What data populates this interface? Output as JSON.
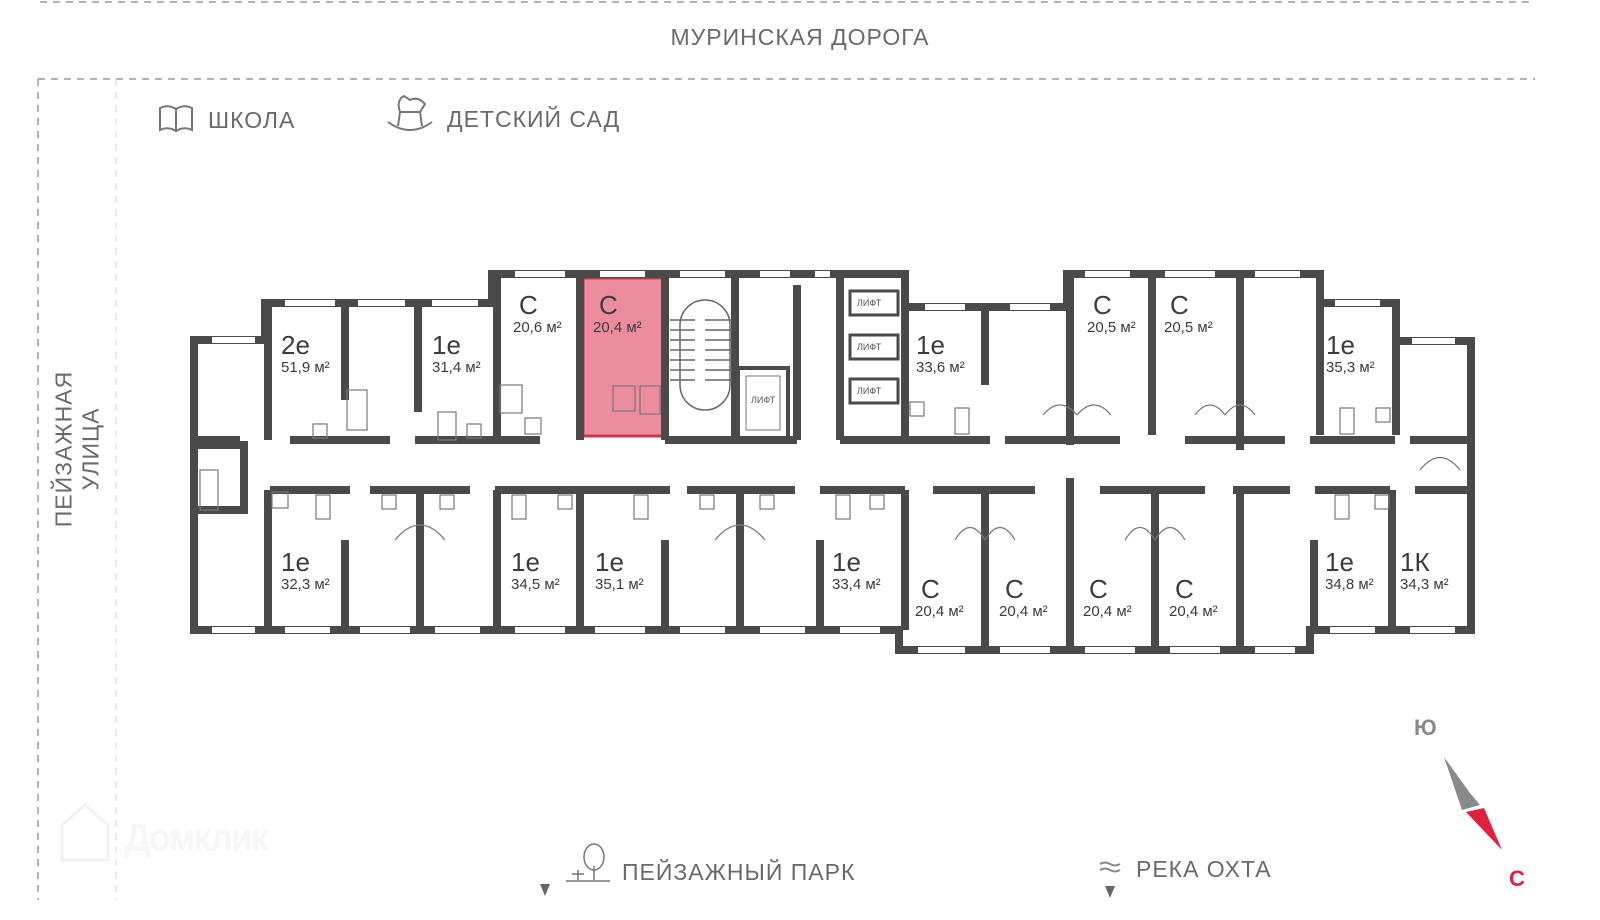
{
  "streets": {
    "top": "МУРИНСКАЯ ДОРОГА",
    "left": "ПЕЙЗАЖНАЯ УЛИЦА"
  },
  "landmarks": {
    "school": "ШКОЛА",
    "kindergarten": "ДЕТСКИЙ САД",
    "park": "ПЕЙЗАЖНЫЙ ПАРК",
    "river": "РЕКА ОХТА"
  },
  "compass": {
    "south": "Ю",
    "north": "С",
    "north_color": "#e0203f",
    "south_color": "#8a8a8a"
  },
  "elevator_label": "ЛИФТ",
  "watermark": "Домклик",
  "highlight_color": "#ec8d9d",
  "apartments": [
    {
      "type": "2е",
      "area": "51,9 м²"
    },
    {
      "type": "1е",
      "area": "31,4 м²"
    },
    {
      "type": "С",
      "area": "20,6 м²"
    },
    {
      "type": "С",
      "area": "20,4 м²",
      "selected": true
    },
    {
      "type": "1е",
      "area": "33,6 м²"
    },
    {
      "type": "С",
      "area": "20,5 м²"
    },
    {
      "type": "С",
      "area": "20,5 м²"
    },
    {
      "type": "1е",
      "area": "35,3 м²"
    },
    {
      "type": "1е",
      "area": "32,3 м²"
    },
    {
      "type": "1е",
      "area": "34,5 м²"
    },
    {
      "type": "1е",
      "area": "35,1 м²"
    },
    {
      "type": "1е",
      "area": "33,4 м²"
    },
    {
      "type": "С",
      "area": "20,4 м²"
    },
    {
      "type": "С",
      "area": "20,4 м²"
    },
    {
      "type": "С",
      "area": "20,4 м²"
    },
    {
      "type": "С",
      "area": "20,4 м²"
    },
    {
      "type": "1е",
      "area": "34,8 м²"
    },
    {
      "type": "1К",
      "area": "34,3 м²"
    }
  ]
}
